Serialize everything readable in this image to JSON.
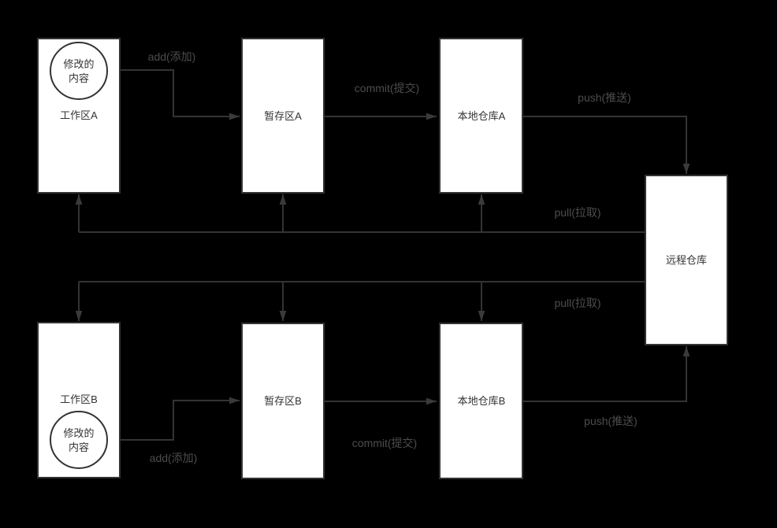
{
  "diagram": {
    "colors": {
      "background": "#000000",
      "node_fill": "#ffffff",
      "stroke": "#333333",
      "edge_label": "#4d4d4d",
      "node_text": "#333333"
    },
    "nodes": {
      "workspace_a": {
        "label": "工作区A"
      },
      "staging_a": {
        "label": "暂存区A"
      },
      "local_repo_a": {
        "label": "本地仓库A"
      },
      "remote_repo": {
        "label": "远程仓库"
      },
      "workspace_b": {
        "label": "工作区B"
      },
      "staging_b": {
        "label": "暂存区B"
      },
      "local_repo_b": {
        "label": "本地仓库B"
      },
      "modified_a": {
        "line1": "修改的",
        "line2": "内容"
      },
      "modified_b": {
        "line1": "修改的",
        "line2": "内容"
      }
    },
    "edges": {
      "add_a": {
        "label": "add(添加)"
      },
      "commit_a": {
        "label": "commit(提交)"
      },
      "push_a": {
        "label": "push(推送)"
      },
      "pull_top": {
        "label": "pull(拉取)"
      },
      "pull_bottom": {
        "label": "pull(拉取)"
      },
      "add_b": {
        "label": "add(添加)"
      },
      "commit_b": {
        "label": "commit(提交)"
      },
      "push_b": {
        "label": "push(推送)"
      }
    }
  }
}
